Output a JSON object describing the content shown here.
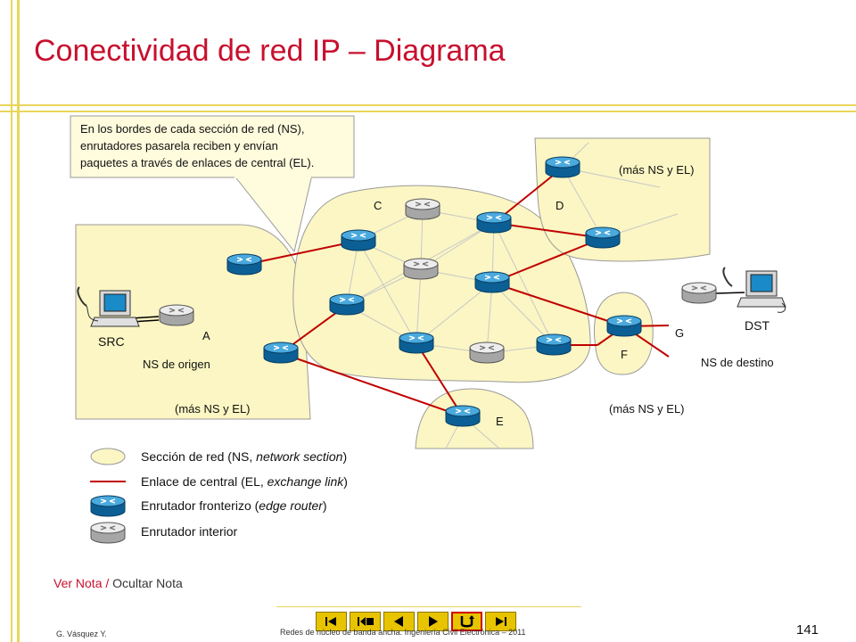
{
  "title": "Conectividad  de red IP – Diagrama",
  "callout": {
    "lines": [
      "En los bordes de cada sección de red (NS),",
      "enrutadores pasarela reciben y envían",
      "paquetes a través de enlaces de central (EL)."
    ]
  },
  "labels": {
    "C": "C",
    "D": "D",
    "A": "A",
    "SRC": "SRC",
    "G": "G",
    "DST": "DST",
    "F": "F",
    "E": "E",
    "ns_origen": "NS de origen",
    "ns_destino": "NS de destino",
    "mas_ns_top": "(más NS y EL)",
    "mas_ns_left": "(más NS y EL)",
    "mas_ns_right": "(más NS y EL)"
  },
  "legend": {
    "section": {
      "text": "Sección de red (NS, ",
      "italic": "network section",
      "close": ")"
    },
    "link": {
      "text": "Enlace de central (EL, ",
      "italic": "exchange link",
      "close": ")"
    },
    "edge": {
      "text": "Enrutador fronterizo (",
      "italic": "edge router",
      "close": ")"
    },
    "interior": {
      "text": "Enrutador interior"
    }
  },
  "notes": {
    "show": "Ver Nota",
    "sep": " / ",
    "hide": "Ocultar Nota"
  },
  "author": "G. Vásquez Y.",
  "footer": "Redes de núcleo de banda ancha. Ingeniería Civil Electrónica – 2011",
  "page_number": "141",
  "nav": [
    "first-page",
    "previous-section",
    "previous-slide",
    "next-slide",
    "return",
    "last-page"
  ],
  "colors": {
    "title": "#c8102e",
    "section_fill": "#fbf6c3",
    "section_stroke": "#9a9a9a",
    "exchange_link": "#c00000",
    "edge_router": "#1a7fb5",
    "interior_router": "#c8c8c8",
    "bars": "#e9d65a"
  }
}
